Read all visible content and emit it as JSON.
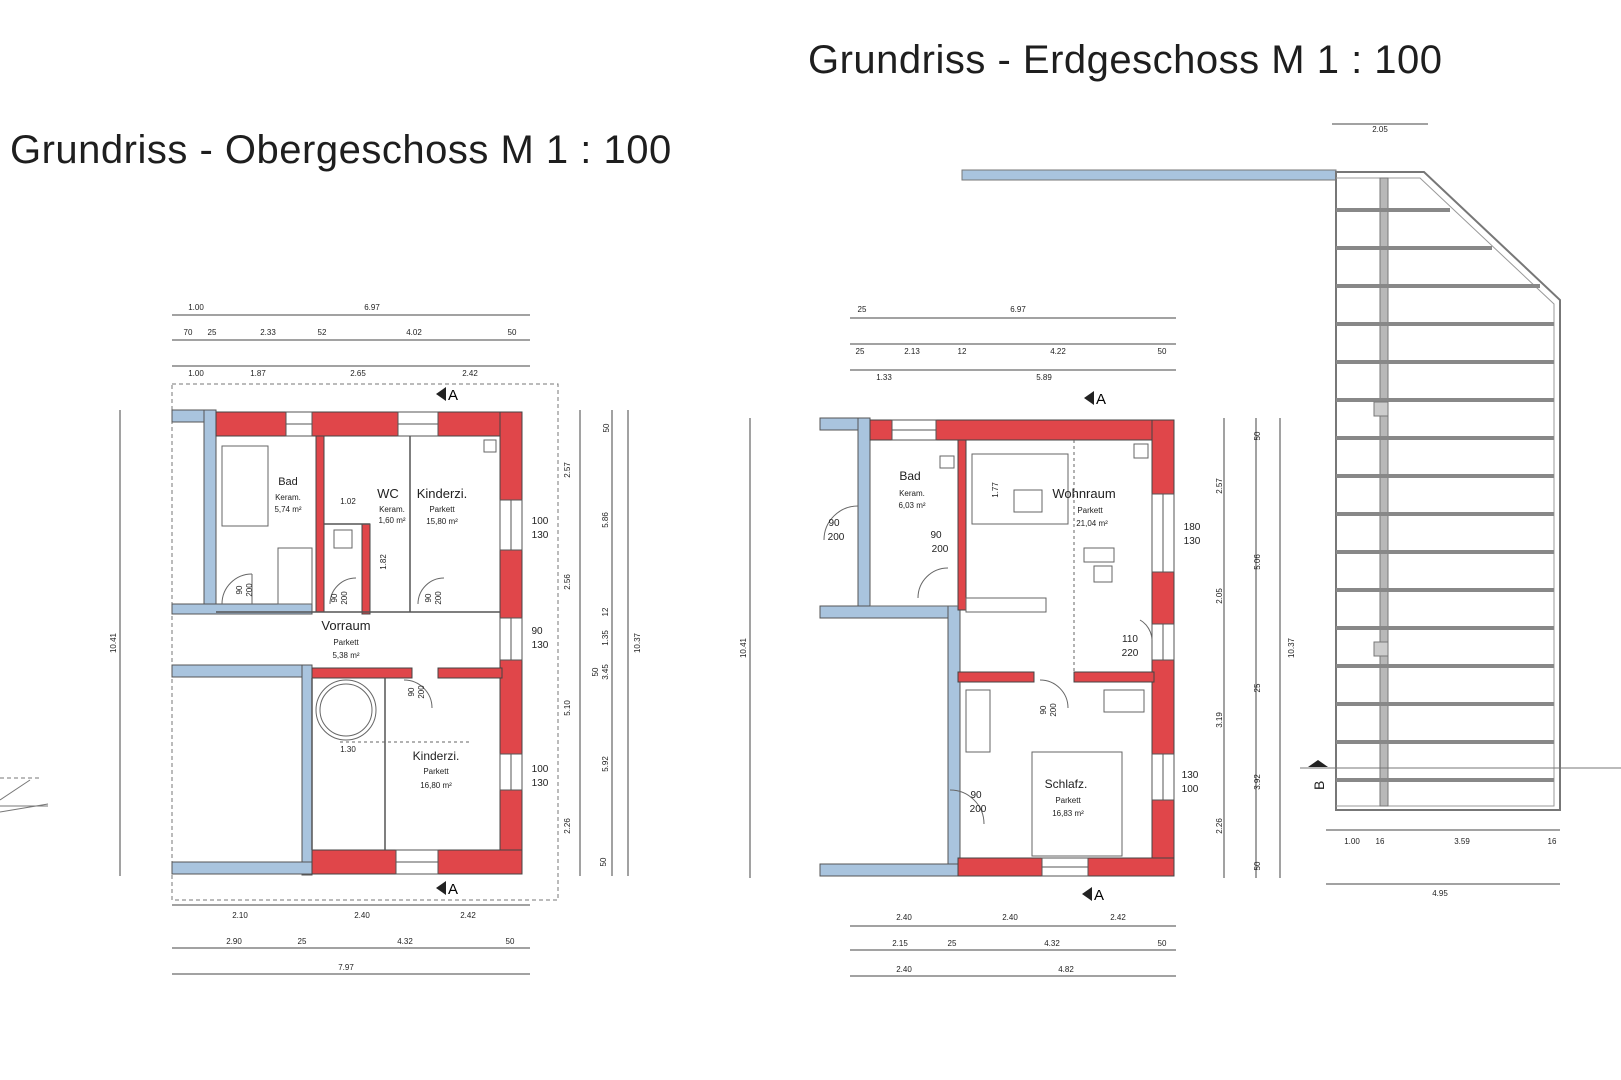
{
  "titles": {
    "upper_floor": "Grundriss - Obergeschoss  M  1 :  100",
    "ground_floor": "Grundriss - Erdgeschoss  M  1 :  100"
  },
  "colors": {
    "wall_red": "#e0464a",
    "wall_blue": "#a9c4de",
    "line": "#555555",
    "text": "#1e1e1e"
  },
  "upper_floor": {
    "rooms": [
      {
        "name": "Bad",
        "finish": "Keram.",
        "area": "5,74 m²"
      },
      {
        "name": "WC",
        "finish": "Keram.",
        "area": "1,60 m²"
      },
      {
        "name": "Kinderzi.",
        "finish": "Parkett",
        "area": "15,80 m²"
      },
      {
        "name": "Vorraum",
        "finish": "Parkett",
        "area": "5,38 m²"
      },
      {
        "name": "Kinderzi.",
        "finish": "Parkett",
        "area": "16,80 m²"
      }
    ],
    "dims_top": {
      "row1": [
        "1.00",
        "6.97"
      ],
      "row2": [
        "70",
        "25",
        "2.33",
        "52",
        "4.02",
        "50"
      ],
      "row3": [
        "1.00",
        "1.87",
        "2.65",
        "2.42"
      ]
    },
    "dims_bottom": {
      "row1": [
        "2.10",
        "2.40",
        "2.42"
      ],
      "row2": [
        "2.90",
        "25",
        "4.32",
        "50"
      ],
      "row3": [
        "7.97"
      ]
    },
    "dims_right": [
      "50",
      "2.57",
      "5.86",
      "2.56",
      "12",
      "1.35",
      "3.45",
      "50",
      "5.10",
      "5.92",
      "2.26",
      "50",
      "10.37"
    ],
    "dims_left": "10.41",
    "openings": [
      "100",
      "130",
      "90",
      "130",
      "100",
      "130",
      "90",
      "200",
      "90",
      "200",
      "90",
      "200",
      "90",
      "200"
    ],
    "inner_dims": [
      "1.02",
      "1.82",
      "1.30"
    ],
    "section_mark": "A"
  },
  "ground_floor": {
    "rooms": [
      {
        "name": "Bad",
        "finish": "Keram.",
        "area": "6,03 m²"
      },
      {
        "name": "Wohnraum",
        "finish": "Parkett",
        "area": "21,04 m²"
      },
      {
        "name": "Schlafz.",
        "finish": "Parkett",
        "area": "16,83 m²"
      }
    ],
    "dims_top": {
      "row1": [
        "25",
        "6.97"
      ],
      "row2": [
        "25",
        "2.13",
        "12",
        "4.22",
        "50"
      ],
      "row3": [
        "1.33",
        "5.89"
      ]
    },
    "dims_bottom": {
      "row1": [
        "2.40",
        "2.40",
        "2.42"
      ],
      "row2": [
        "2.15",
        "25",
        "4.32",
        "50"
      ],
      "row3": [
        "2.40",
        "4.82"
      ]
    },
    "dims_right": [
      "50",
      "2.57",
      "5.06",
      "2.05",
      "25",
      "3.19",
      "3.92",
      "2.26",
      "50",
      "10.37"
    ],
    "dims_left": "10.41",
    "openings": [
      "180",
      "130",
      "110",
      "220",
      "130",
      "100",
      "90",
      "200",
      "90",
      "200",
      "90",
      "200",
      "90",
      "200"
    ],
    "inner_dims": [
      "1.77"
    ],
    "section_mark": "A",
    "section_b": "B"
  },
  "terrace": {
    "dim_top": "2.05",
    "dims_bottom": [
      "1.00",
      "16",
      "3.59",
      "16"
    ],
    "dim_total": "4.95"
  }
}
